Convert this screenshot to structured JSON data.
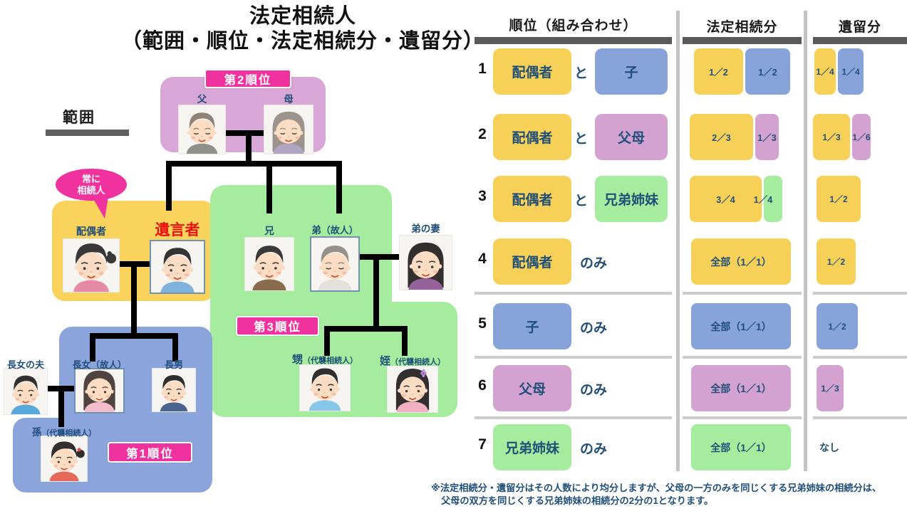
{
  "title": {
    "line1": "法定相続人",
    "line2": "（範囲・順位・法定相続分・遺留分）"
  },
  "colors": {
    "spouse": "#F7D058",
    "child": "#87A3DA",
    "parents": "#D4A2D1",
    "siblings": "#A5EC9E",
    "accent_pink": "#F0329E",
    "navy_text": "#1F4E79",
    "testator_red": "#EC1111",
    "diagram_yellow": "#FAD35C",
    "diagram_blue": "#8CA4DC",
    "diagram_purple": "#D9A7D7",
    "diagram_green": "#A5EC9E",
    "line_black": "#000000"
  },
  "diagram": {
    "scope_label": "範囲",
    "always_heir_bubble": {
      "line1": "常に",
      "line2": "相続人"
    },
    "rank1_label": "第1順位",
    "rank2_label": "第2順位",
    "rank3_label": "第3順位",
    "persons": [
      {
        "id": "father",
        "label": "父",
        "sublabel": "",
        "deceased": false
      },
      {
        "id": "mother",
        "label": "母",
        "sublabel": "",
        "deceased": false
      },
      {
        "id": "spouse",
        "label": "配偶者",
        "sublabel": "",
        "deceased": false
      },
      {
        "id": "testator",
        "label": "遺言者",
        "sublabel": "",
        "deceased": true
      },
      {
        "id": "elder-brother",
        "label": "兄",
        "sublabel": "",
        "deceased": false
      },
      {
        "id": "younger-brother",
        "label": "弟",
        "sublabel": "（故人）",
        "deceased": true
      },
      {
        "id": "brothers-wife",
        "label": "弟の妻",
        "sublabel": "",
        "deceased": false
      },
      {
        "id": "nephew",
        "label": "甥",
        "sublabel": "（代襲相続人）",
        "deceased": false
      },
      {
        "id": "niece",
        "label": "姪",
        "sublabel": "（代襲相続人）",
        "deceased": false
      },
      {
        "id": "daughters-husband",
        "label": "長女の夫",
        "sublabel": "",
        "deceased": false
      },
      {
        "id": "eldest-daughter",
        "label": "長女",
        "sublabel": "（故人）",
        "deceased": true
      },
      {
        "id": "eldest-son",
        "label": "長男",
        "sublabel": "",
        "deceased": false
      },
      {
        "id": "grandchild",
        "label": "孫",
        "sublabel": "（代襲相続人）",
        "deceased": false
      }
    ]
  },
  "table": {
    "headers": [
      "順位（組み合わせ）",
      "法定相続分",
      "遺留分"
    ],
    "rows": [
      {
        "num": "1",
        "box1": {
          "label": "配偶者",
          "color_key": "spouse"
        },
        "connector": "と",
        "box2": {
          "label": "子",
          "color_key": "child"
        },
        "share": [
          {
            "label": "1／2",
            "color_key": "spouse"
          },
          {
            "label": "1／2",
            "color_key": "child"
          }
        ],
        "reserve": [
          {
            "label": "1／4",
            "color_key": "spouse"
          },
          {
            "label": "1／4",
            "color_key": "child"
          }
        ]
      },
      {
        "num": "2",
        "box1": {
          "label": "配偶者",
          "color_key": "spouse"
        },
        "connector": "と",
        "box2": {
          "label": "父母",
          "color_key": "parents"
        },
        "share": [
          {
            "label": "2／3",
            "color_key": "spouse"
          },
          {
            "label": "1／3",
            "color_key": "parents"
          }
        ],
        "reserve": [
          {
            "label": "1／3",
            "color_key": "spouse"
          },
          {
            "label": "1／6",
            "color_key": "parents"
          }
        ]
      },
      {
        "num": "3",
        "box1": {
          "label": "配偶者",
          "color_key": "spouse"
        },
        "connector": "と",
        "box2": {
          "label": "兄弟姉妹",
          "color_key": "siblings"
        },
        "share": [
          {
            "label": "3／4",
            "color_key": "spouse"
          },
          {
            "label": "1／4",
            "color_key": "siblings"
          }
        ],
        "reserve": [
          {
            "label": "1／2",
            "color_key": "spouse"
          }
        ]
      },
      {
        "num": "4",
        "box1": {
          "label": "配偶者",
          "color_key": "spouse"
        },
        "connector": "のみ",
        "box2": null,
        "share": [
          {
            "label": "全部（1／1）",
            "color_key": "spouse"
          }
        ],
        "reserve": [
          {
            "label": "1／2",
            "color_key": "spouse"
          }
        ]
      },
      {
        "num": "5",
        "box1": {
          "label": "子",
          "color_key": "child"
        },
        "connector": "のみ",
        "box2": null,
        "share": [
          {
            "label": "全部（1／1）",
            "color_key": "child"
          }
        ],
        "reserve": [
          {
            "label": "1／2",
            "color_key": "child"
          }
        ]
      },
      {
        "num": "6",
        "box1": {
          "label": "父母",
          "color_key": "parents"
        },
        "connector": "のみ",
        "box2": null,
        "share": [
          {
            "label": "全部（1／1）",
            "color_key": "parents"
          }
        ],
        "reserve": [
          {
            "label": "1／3",
            "color_key": "parents"
          }
        ]
      },
      {
        "num": "7",
        "box1": {
          "label": "兄弟姉妹",
          "color_key": "siblings"
        },
        "connector": "のみ",
        "box2": null,
        "share": [
          {
            "label": "全部（1／1）",
            "color_key": "siblings"
          }
        ],
        "reserve_text": "なし",
        "reserve": []
      }
    ]
  },
  "footnote": {
    "line1": "※法定相続分・遺留分はその人数により均分しますが、父母の一方のみを同じくする兄弟姉妹の相続分は、",
    "line2": "父母の双方を同じくする兄弟姉妹の相続分の2分の1となります。"
  }
}
